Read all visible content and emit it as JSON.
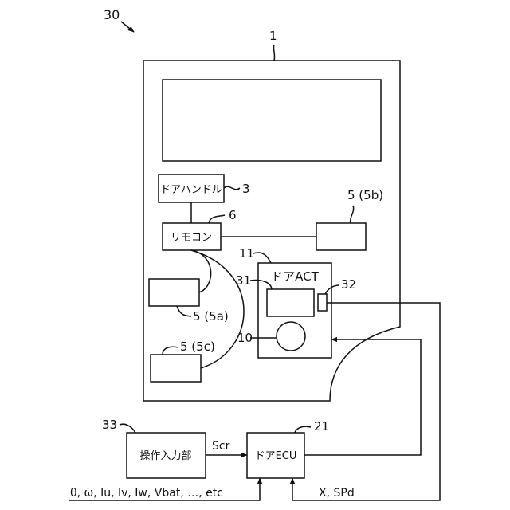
{
  "labels": {
    "ref_30": "30",
    "ref_1": "1",
    "door_handle": "ドアハンドル",
    "ref_3": "3",
    "ref_6": "6",
    "remocon": "リモコン",
    "ref_5b": "5 (5b)",
    "ref_11": "11",
    "door_act": "ドアACT",
    "ref_31": "31",
    "ref_32": "32",
    "ref_10": "10",
    "ref_5a": "5 (5a)",
    "ref_5c": "5 (5c)",
    "ref_33": "33",
    "op_input": "操作入力部",
    "scr": "Scr",
    "ref_21": "21",
    "door_ecu": "ドアECU",
    "inputs": "θ, ω, Iu, Iv, Iw, Vbat, …, etc",
    "xspd": "X, SPd"
  }
}
